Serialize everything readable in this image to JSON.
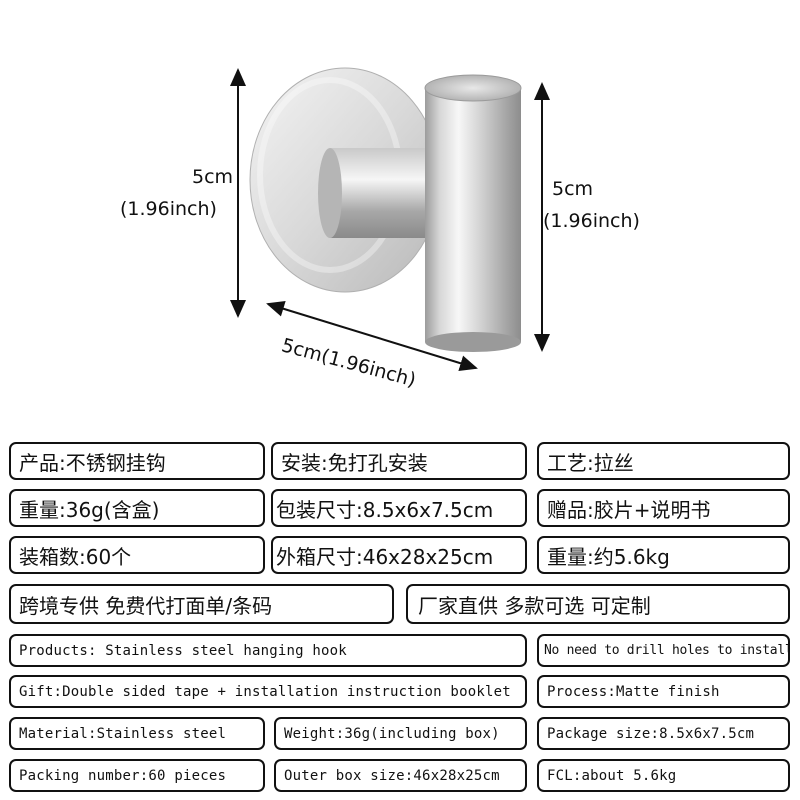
{
  "dimensions": {
    "left_height": "5cm",
    "left_height_inch": "(1.96inch)",
    "right_height": "5cm",
    "right_height_inch": "(1.96inch)",
    "bottom_width": "5cm(1.96inch)"
  },
  "specs_zh": {
    "product": "产品:不锈钢挂钩",
    "install": "安装:免打孔安装",
    "process": "工艺:拉丝",
    "weight": "重量:36g(含盒)",
    "package_size": "包装尺寸:8.5x6x7.5cm",
    "gift": "赠品:胶片+说明书",
    "packing_number": "装箱数:60个",
    "outer_box": "外箱尺寸:46x28x25cm",
    "gross_weight": "重量:约5.6kg",
    "cross_border": "跨境专供 免费代打面单/条码",
    "factory": "厂家直供 多款可选 可定制"
  },
  "specs_en": {
    "products": "Products: Stainless steel hanging hook",
    "no_drill": "No need to drill holes to install",
    "gift": "Gift:Double sided tape + installation instruction booklet",
    "process": "Process:Matte finish",
    "material": "Material:Stainless steel",
    "weight": "Weight:36g(including box)",
    "package_size": "Package size:8.5x6x7.5cm",
    "packing_number": "Packing number:60 pieces",
    "outer_box": "Outer box size:46x28x25cm",
    "fcl": "FCL:about 5.6kg"
  },
  "colors": {
    "border": "#111111",
    "steel_light": "#f2f2f2",
    "steel_dark": "#8c8c8c"
  }
}
